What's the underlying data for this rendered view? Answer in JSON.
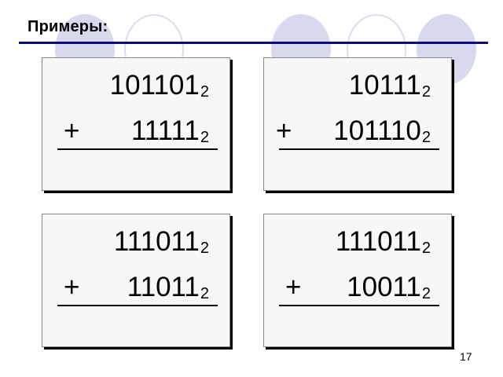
{
  "slide": {
    "title": "Примеры:",
    "page_number": "17",
    "colors": {
      "rule": "#0c0c7a",
      "circle_fill": "#d9d9ee",
      "card_bg": "#f7f7f7"
    }
  },
  "examples": [
    {
      "operand1": "101101",
      "operand2": "11111",
      "base": "2",
      "operator": "+"
    },
    {
      "operand1": "10111",
      "operand2": "101110",
      "base": "2",
      "operator": "+"
    },
    {
      "operand1": "111011",
      "operand2": "11011",
      "base": "2",
      "operator": "+"
    },
    {
      "operand1": "111011",
      "operand2": "10011",
      "base": "2",
      "operator": "+"
    }
  ]
}
